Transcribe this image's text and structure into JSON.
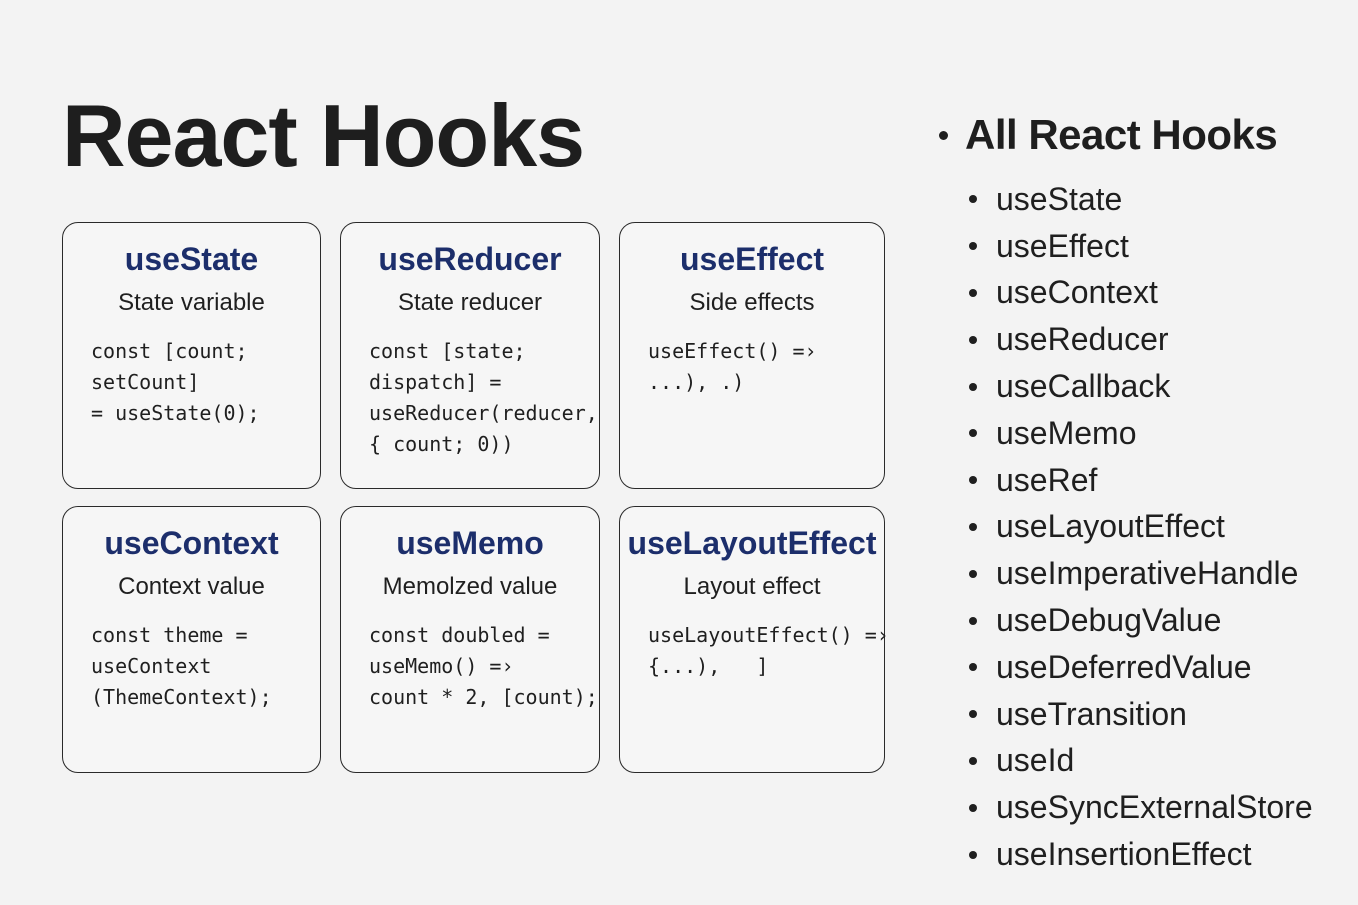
{
  "title": "React Hooks",
  "cards": [
    {
      "name": "useState",
      "desc": "State variable",
      "code": "const [count;\nsetCount]\n= useState(0);"
    },
    {
      "name": "useReducer",
      "desc": "State reducer",
      "code": "const [state;\ndispatch] =\nuseReducer(reducer,\n{ count; 0))"
    },
    {
      "name": "useEffect",
      "desc": "Side effects",
      "code": "useEffect() =›\n...), .)"
    },
    {
      "name": "useContext",
      "desc": "Context value",
      "code": "const theme =\nuseContext\n(ThemeContext);"
    },
    {
      "name": "useMemo",
      "desc": "Memolzed value",
      "code": "const doubled =\nuseMemo() =›\ncount * 2, [count);"
    },
    {
      "name": "useLayoutEffect",
      "desc": "Layout effect",
      "code": "useLayoutEffect() =›\n{...),   ]"
    }
  ],
  "all_hooks": {
    "heading": "All React Hooks",
    "items": [
      "useState",
      "useEffect",
      "useContext",
      "useReducer",
      "useCallback",
      "useMemo",
      "useRef",
      "useLayoutEffect",
      "useImperativeHandle",
      "useDebugValue",
      "useDeferredValue",
      "useTransition",
      "useId",
      "useSyncExternalStore",
      "useInsertionEffect"
    ]
  }
}
